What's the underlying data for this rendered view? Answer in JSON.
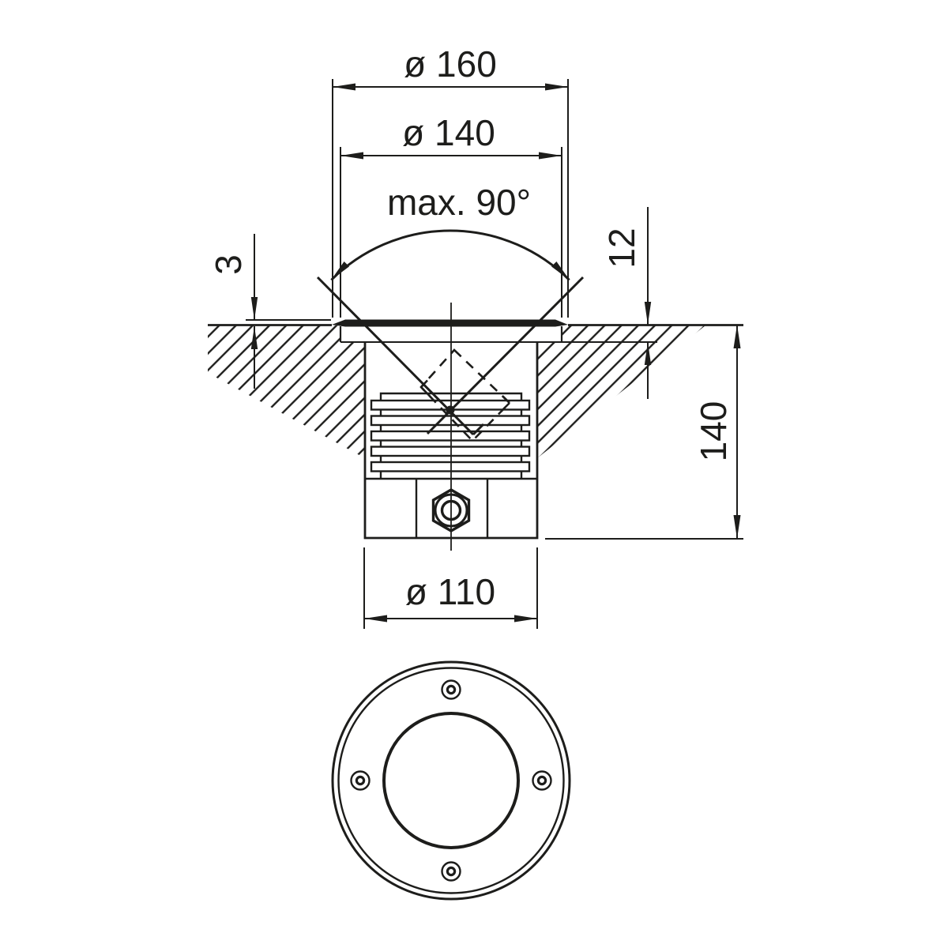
{
  "drawing": {
    "labels": {
      "flange_diameter": "ø 160",
      "glass_diameter": "ø 140",
      "swivel_range": "max. 90°",
      "flange_height": "3",
      "recess_depth": "12",
      "installation_depth": "140",
      "housing_diameter": "ø 110"
    },
    "colors": {
      "ink": "#1d1d1b",
      "background": "#ffffff"
    }
  }
}
